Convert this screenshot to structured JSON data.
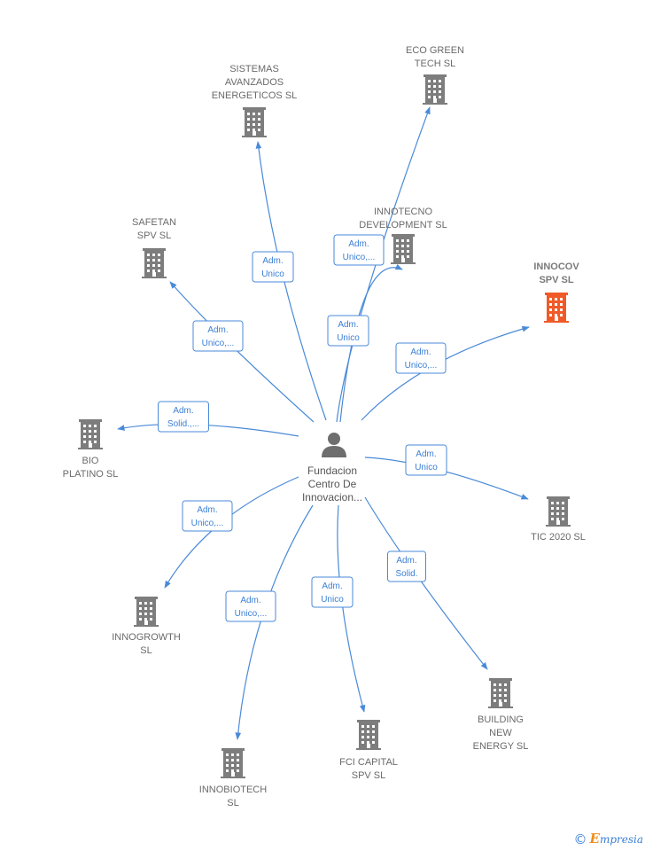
{
  "center": {
    "label_lines": [
      "Fundacion",
      "Centro De",
      "Innovacion..."
    ]
  },
  "companies": [
    {
      "id": "eco-green-tech",
      "lines": [
        "ECO GREEN",
        "TECH  SL"
      ],
      "highlight": false
    },
    {
      "id": "sistemas-avanzados",
      "lines": [
        "SISTEMAS",
        "AVANZADOS",
        "ENERGETICOS SL"
      ],
      "highlight": false
    },
    {
      "id": "innotecno",
      "lines": [
        "INNOTECNO",
        "DEVELOPMENT SL"
      ],
      "highlight": false
    },
    {
      "id": "safetan",
      "lines": [
        "SAFETAN",
        "SPV  SL"
      ],
      "highlight": false
    },
    {
      "id": "innocov",
      "lines": [
        "INNOCOV",
        "SPV  SL"
      ],
      "highlight": true
    },
    {
      "id": "bio-platino",
      "lines": [
        "BIO",
        "PLATINO SL"
      ],
      "highlight": false
    },
    {
      "id": "tic-2020",
      "lines": [
        "TIC 2020 SL"
      ],
      "highlight": false
    },
    {
      "id": "innogrowth",
      "lines": [
        "INNOGROWTH",
        "SL"
      ],
      "highlight": false
    },
    {
      "id": "building-new-energy",
      "lines": [
        "BUILDING",
        "NEW",
        "ENERGY SL"
      ],
      "highlight": false
    },
    {
      "id": "fci-capital",
      "lines": [
        "FCI CAPITAL",
        "SPV  SL"
      ],
      "highlight": false
    },
    {
      "id": "innobiotech",
      "lines": [
        "INNOBIOTECH",
        "SL"
      ],
      "highlight": false
    }
  ],
  "relations": [
    {
      "to": "eco-green-tech",
      "lines": [
        "Adm.",
        "Unico"
      ]
    },
    {
      "to": "sistemas-avanzados",
      "lines": [
        "Adm.",
        "Unico"
      ]
    },
    {
      "to": "innotecno",
      "lines": [
        "Adm.",
        "Unico,..."
      ]
    },
    {
      "to": "safetan",
      "lines": [
        "Adm.",
        "Unico,..."
      ]
    },
    {
      "to": "innocov",
      "lines": [
        "Adm.",
        "Unico,..."
      ]
    },
    {
      "to": "bio-platino",
      "lines": [
        "Adm.",
        "Solid.,..."
      ]
    },
    {
      "to": "tic-2020",
      "lines": [
        "Adm.",
        "Unico"
      ]
    },
    {
      "to": "innogrowth",
      "lines": [
        "Adm.",
        "Unico,..."
      ]
    },
    {
      "to": "building-new-energy",
      "lines": [
        "Adm.",
        "Solid."
      ]
    },
    {
      "to": "fci-capital",
      "lines": [
        "Adm.",
        "Unico"
      ]
    },
    {
      "to": "innobiotech",
      "lines": [
        "Adm.",
        "Unico,..."
      ]
    }
  ],
  "colors": {
    "edge": "#4a8ad8",
    "building": "#7d7d7d",
    "building_highlight": "#f05a28",
    "person": "#6e6e6e"
  },
  "footer": {
    "copyright": "©",
    "brand_initial": "E",
    "brand_rest": "mpresia"
  }
}
